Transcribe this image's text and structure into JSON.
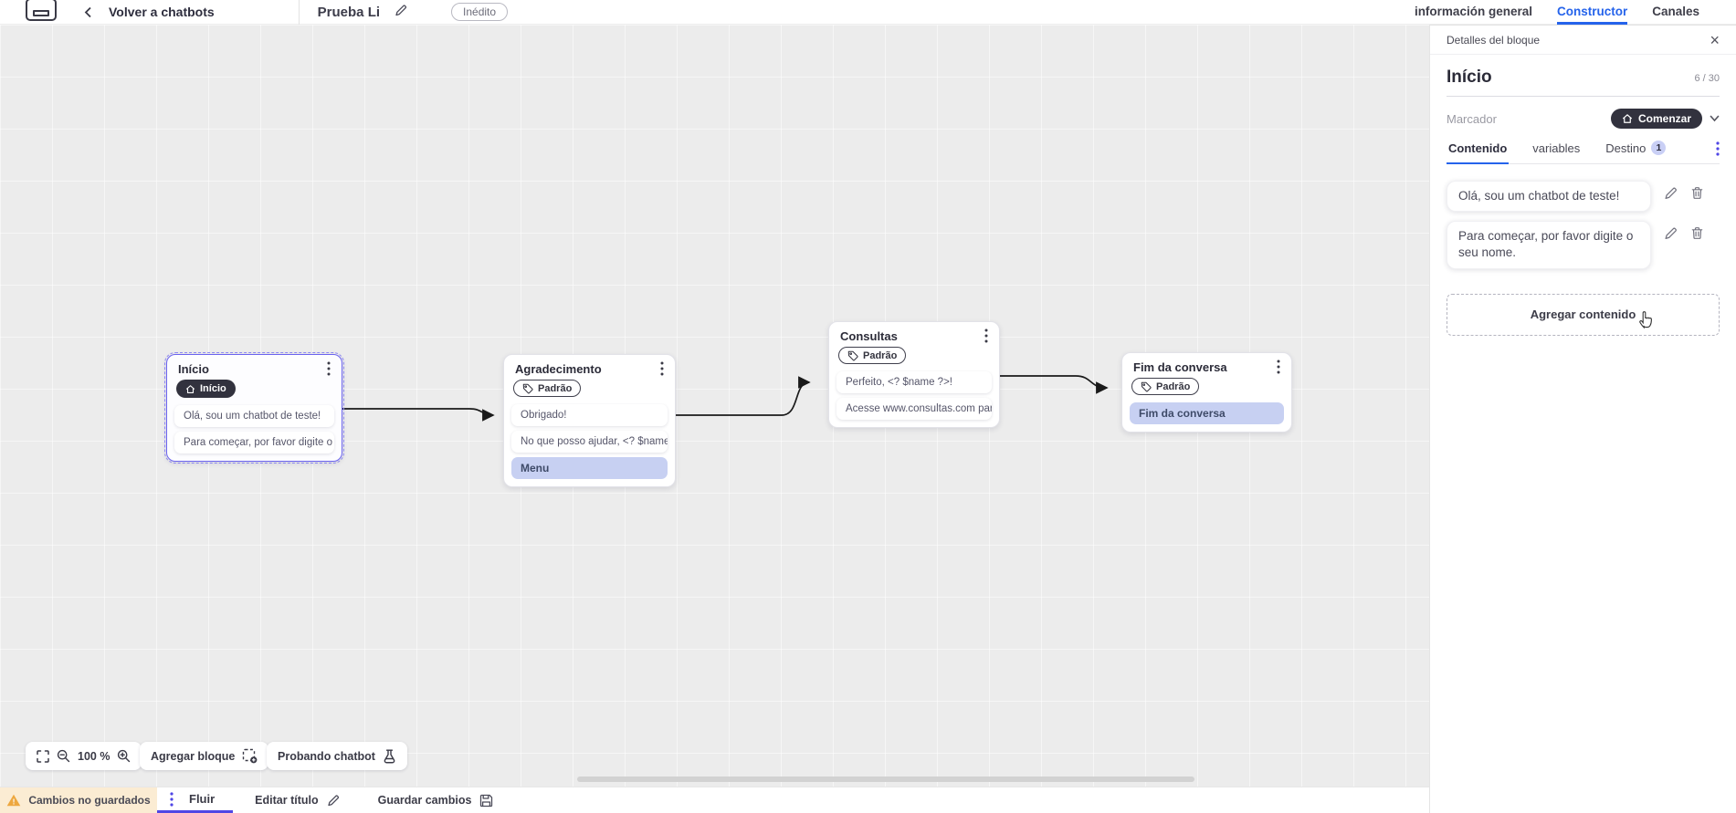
{
  "topbar": {
    "back_label": "Volver a chatbots",
    "title": "Prueba Li",
    "status_badge": "Inédito",
    "tabs": [
      {
        "label": "información general",
        "active": false
      },
      {
        "label": "Constructor",
        "active": true
      },
      {
        "label": "Canales",
        "active": false
      }
    ]
  },
  "canvas": {
    "zoom_level": "100 %",
    "add_block_label": "Agregar bloque",
    "test_label": "Probando chatbot",
    "blocks": [
      {
        "title": "Início",
        "badge": "Início",
        "rows": [
          {
            "text": "Olá, sou um chatbot de teste!"
          },
          {
            "text": "Para começar, por favor digite o ..."
          }
        ]
      },
      {
        "title": "Agradecimento",
        "badge": "Padrão",
        "rows": [
          {
            "text": "Obrigado!"
          },
          {
            "text": "No que posso ajudar, <? $name ..."
          },
          {
            "text": "Menu"
          }
        ]
      },
      {
        "title": "Consultas",
        "badge": "Padrão",
        "rows": [
          {
            "text": "Perfeito, <? $name ?>!"
          },
          {
            "text": "Acesse www.consultas.com par..."
          }
        ]
      },
      {
        "title": "Fim da conversa",
        "badge": "Padrão",
        "rows": [
          {
            "text": "Fim da conversa"
          }
        ]
      }
    ]
  },
  "panel": {
    "header": "Detalles del bloque",
    "block_name": "Início",
    "name_counter": "6 / 30",
    "marker_label": "Marcador",
    "marker_value": "Comenzar",
    "tabs": [
      {
        "label": "Contenido",
        "active": true
      },
      {
        "label": "variables",
        "active": false
      },
      {
        "label": "Destino",
        "active": false,
        "badge": "1"
      }
    ],
    "contents": [
      {
        "text": "Olá, sou um chatbot de teste!"
      },
      {
        "text": "Para começar, por favor digite o seu nome."
      }
    ],
    "add_content_label": "Agregar contenido"
  },
  "statusbar": {
    "warning": "Cambios no guardados",
    "flow_label": "Fluir",
    "edit_title_label": "Editar título",
    "save_label": "Guardar cambios"
  },
  "colors": {
    "accent_blue": "#2563eb",
    "accent_indigo": "#4f46e5",
    "selected_border": "#6b63f0",
    "dark_badge": "#32323e",
    "lavender_row": "#c7d0f2",
    "warning_bg": "#fbecd3",
    "warning_icon": "#eda73f",
    "canvas_bg": "#ececec",
    "edge": "#1a1a1a"
  }
}
